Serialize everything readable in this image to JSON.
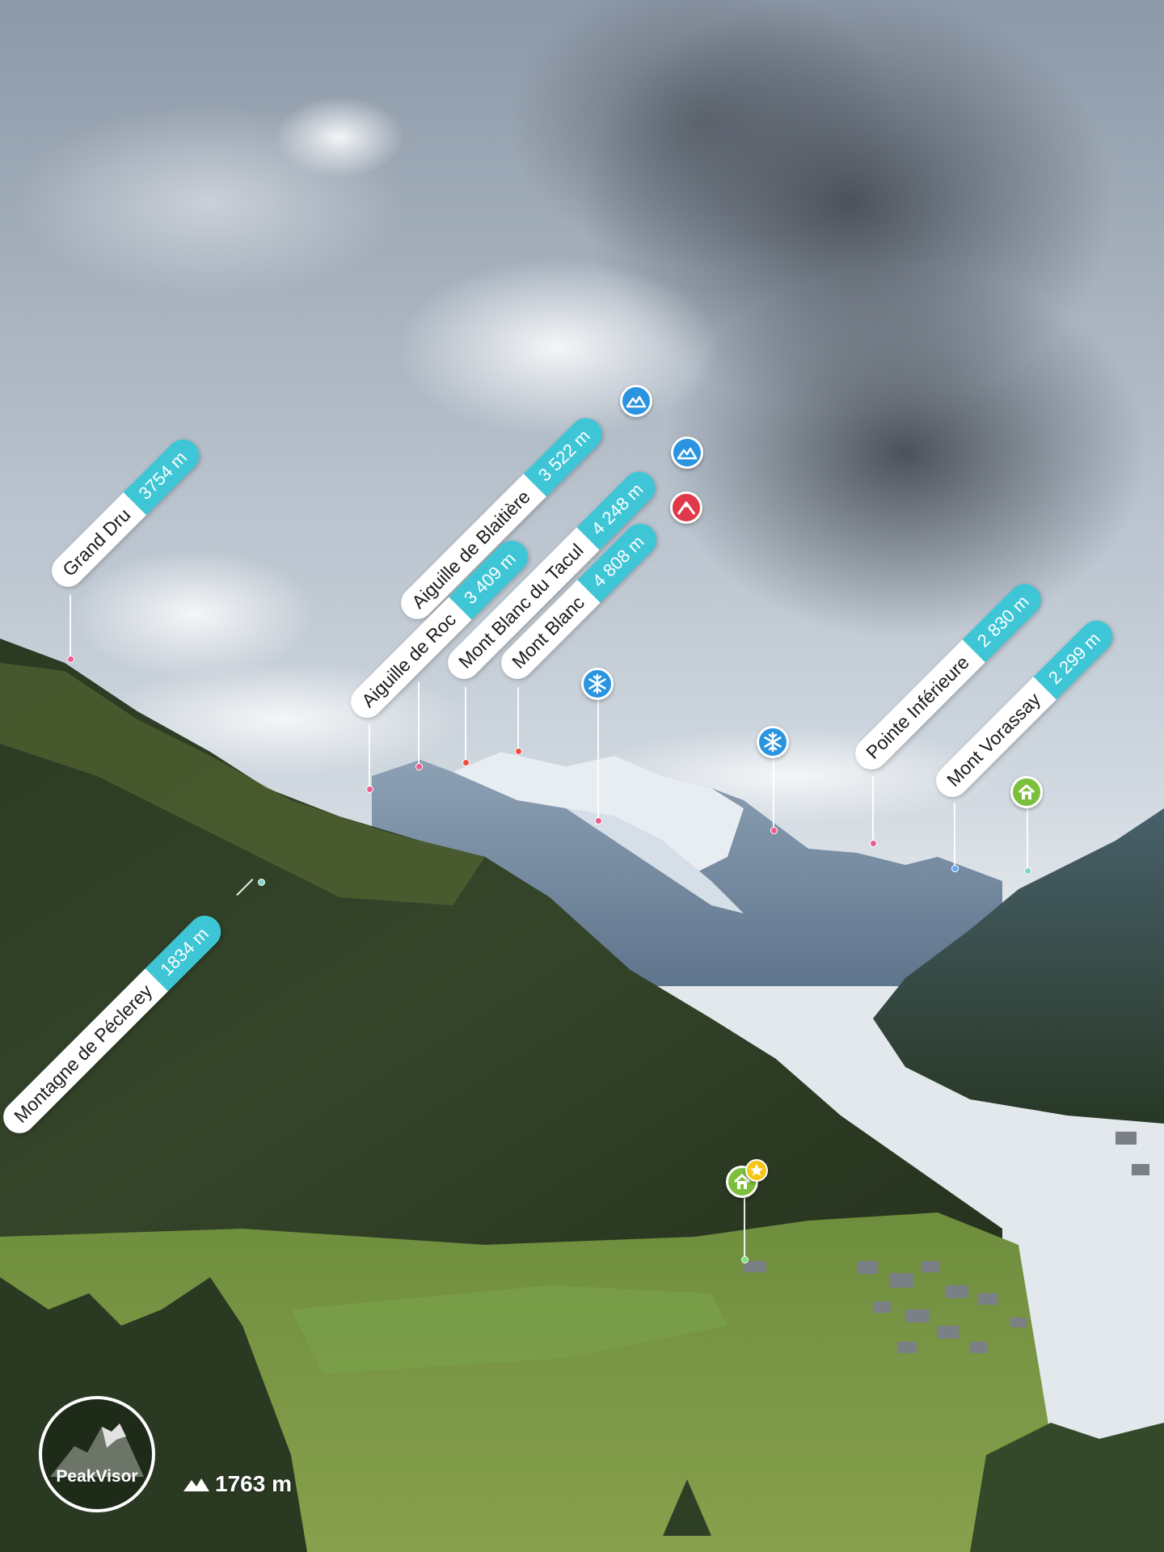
{
  "brand": {
    "logo_text": "PeakVisor"
  },
  "viewer": {
    "altitude": "1763 m"
  },
  "colors": {
    "accent": "#3ec6d6",
    "peak_red": "#e0394a",
    "snow_blue": "#2a94e0",
    "hut_green": "#7cbf3d"
  },
  "peaks": [
    {
      "name": "Grand Dru",
      "elevation": "3754 m"
    },
    {
      "name": "Aiguille de Blaitière",
      "elevation": "3 522 m",
      "icon": "mountain-icon"
    },
    {
      "name": "Aiguille de Roc",
      "elevation": "3 409 m"
    },
    {
      "name": "Mont Blanc du Tacul",
      "elevation": "4 248 m",
      "icon": "mountain-icon"
    },
    {
      "name": "Mont Blanc",
      "elevation": "4 808 m",
      "icon": "summit-icon"
    },
    {
      "name": "Pointe Inférieure",
      "elevation": "2 830 m"
    },
    {
      "name": "Mont Vorassay",
      "elevation": "2 299 m"
    },
    {
      "name": "Montagne de Péclerey",
      "elevation": "1834 m"
    }
  ],
  "markers": [
    {
      "type": "glacier",
      "icon": "snowflake-icon"
    },
    {
      "type": "glacier",
      "icon": "snowflake-icon"
    },
    {
      "type": "hut",
      "icon": "house-icon"
    },
    {
      "type": "hut-favorite",
      "icon": "house-icon"
    }
  ]
}
